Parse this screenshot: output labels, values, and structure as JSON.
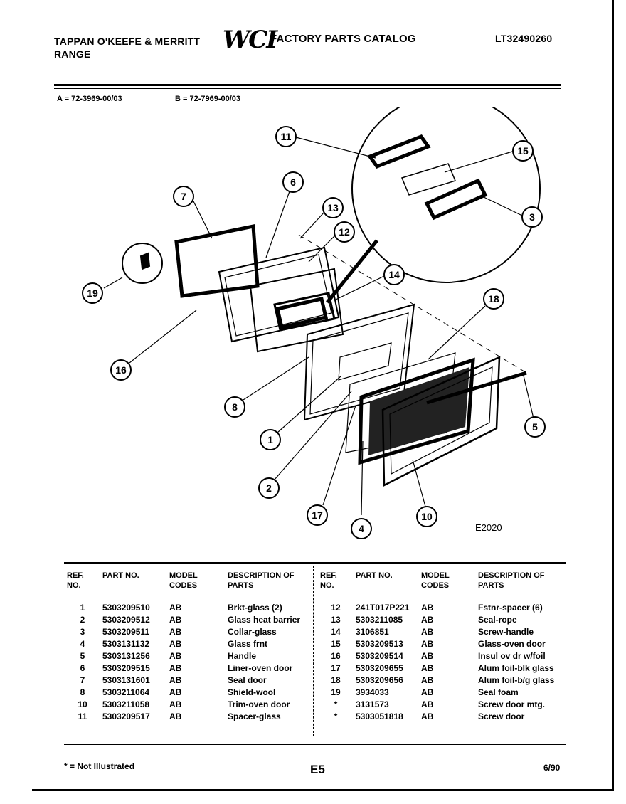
{
  "header": {
    "brand_line1": "TAPPAN O'KEEFE & MERRITT",
    "brand_line2": "RANGE",
    "logo": "WCI",
    "catalog_title": "FACTORY PARTS CATALOG",
    "model_number": "LT32490260"
  },
  "codes": {
    "a": "A = 72-3969-00/03",
    "b": "B = 72-7969-00/03"
  },
  "diagram": {
    "figure_code": "E2020",
    "callouts": [
      "1",
      "2",
      "3",
      "4",
      "5",
      "6",
      "7",
      "8",
      "10",
      "11",
      "12",
      "13",
      "14",
      "15",
      "16",
      "17",
      "18",
      "19"
    ]
  },
  "table": {
    "headers": {
      "ref": "REF. NO.",
      "part": "PART NO.",
      "model": "MODEL CODES",
      "desc": "DESCRIPTION OF PARTS"
    },
    "left": [
      {
        "ref": "1",
        "part": "5303209510",
        "model": "AB",
        "desc": "Brkt-glass (2)"
      },
      {
        "ref": "2",
        "part": "5303209512",
        "model": "AB",
        "desc": "Glass heat barrier"
      },
      {
        "ref": "3",
        "part": "5303209511",
        "model": "AB",
        "desc": "Collar-glass"
      },
      {
        "ref": "4",
        "part": "5303131132",
        "model": "AB",
        "desc": "Glass frnt"
      },
      {
        "ref": "5",
        "part": "5303131256",
        "model": "AB",
        "desc": "Handle"
      },
      {
        "ref": "6",
        "part": "5303209515",
        "model": "AB",
        "desc": "Liner-oven door"
      },
      {
        "ref": "7",
        "part": "5303131601",
        "model": "AB",
        "desc": "Seal door"
      },
      {
        "ref": "8",
        "part": "5303211064",
        "model": "AB",
        "desc": "Shield-wool"
      },
      {
        "ref": "10",
        "part": "5303211058",
        "model": "AB",
        "desc": "Trim-oven door"
      },
      {
        "ref": "11",
        "part": "5303209517",
        "model": "AB",
        "desc": "Spacer-glass"
      }
    ],
    "right": [
      {
        "ref": "12",
        "part": "241T017P221",
        "model": "AB",
        "desc": "Fstnr-spacer (6)"
      },
      {
        "ref": "13",
        "part": "5303211085",
        "model": "AB",
        "desc": "Seal-rope"
      },
      {
        "ref": "14",
        "part": "3106851",
        "model": "AB",
        "desc": "Screw-handle"
      },
      {
        "ref": "15",
        "part": "5303209513",
        "model": "AB",
        "desc": "Glass-oven door"
      },
      {
        "ref": "16",
        "part": "5303209514",
        "model": "AB",
        "desc": "Insul ov dr w/foil"
      },
      {
        "ref": "17",
        "part": "5303209655",
        "model": "AB",
        "desc": "Alum foil-blk glass"
      },
      {
        "ref": "18",
        "part": "5303209656",
        "model": "AB",
        "desc": "Alum foil-b/g glass"
      },
      {
        "ref": "19",
        "part": "3934033",
        "model": "AB",
        "desc": "Seal foam"
      },
      {
        "ref": "*",
        "part": "3131573",
        "model": "AB",
        "desc": "Screw door mtg."
      },
      {
        "ref": "*",
        "part": "5303051818",
        "model": "AB",
        "desc": "Screw door"
      }
    ]
  },
  "footer": {
    "note": "* = Not Illustrated",
    "page": "E5",
    "date": "6/90"
  }
}
